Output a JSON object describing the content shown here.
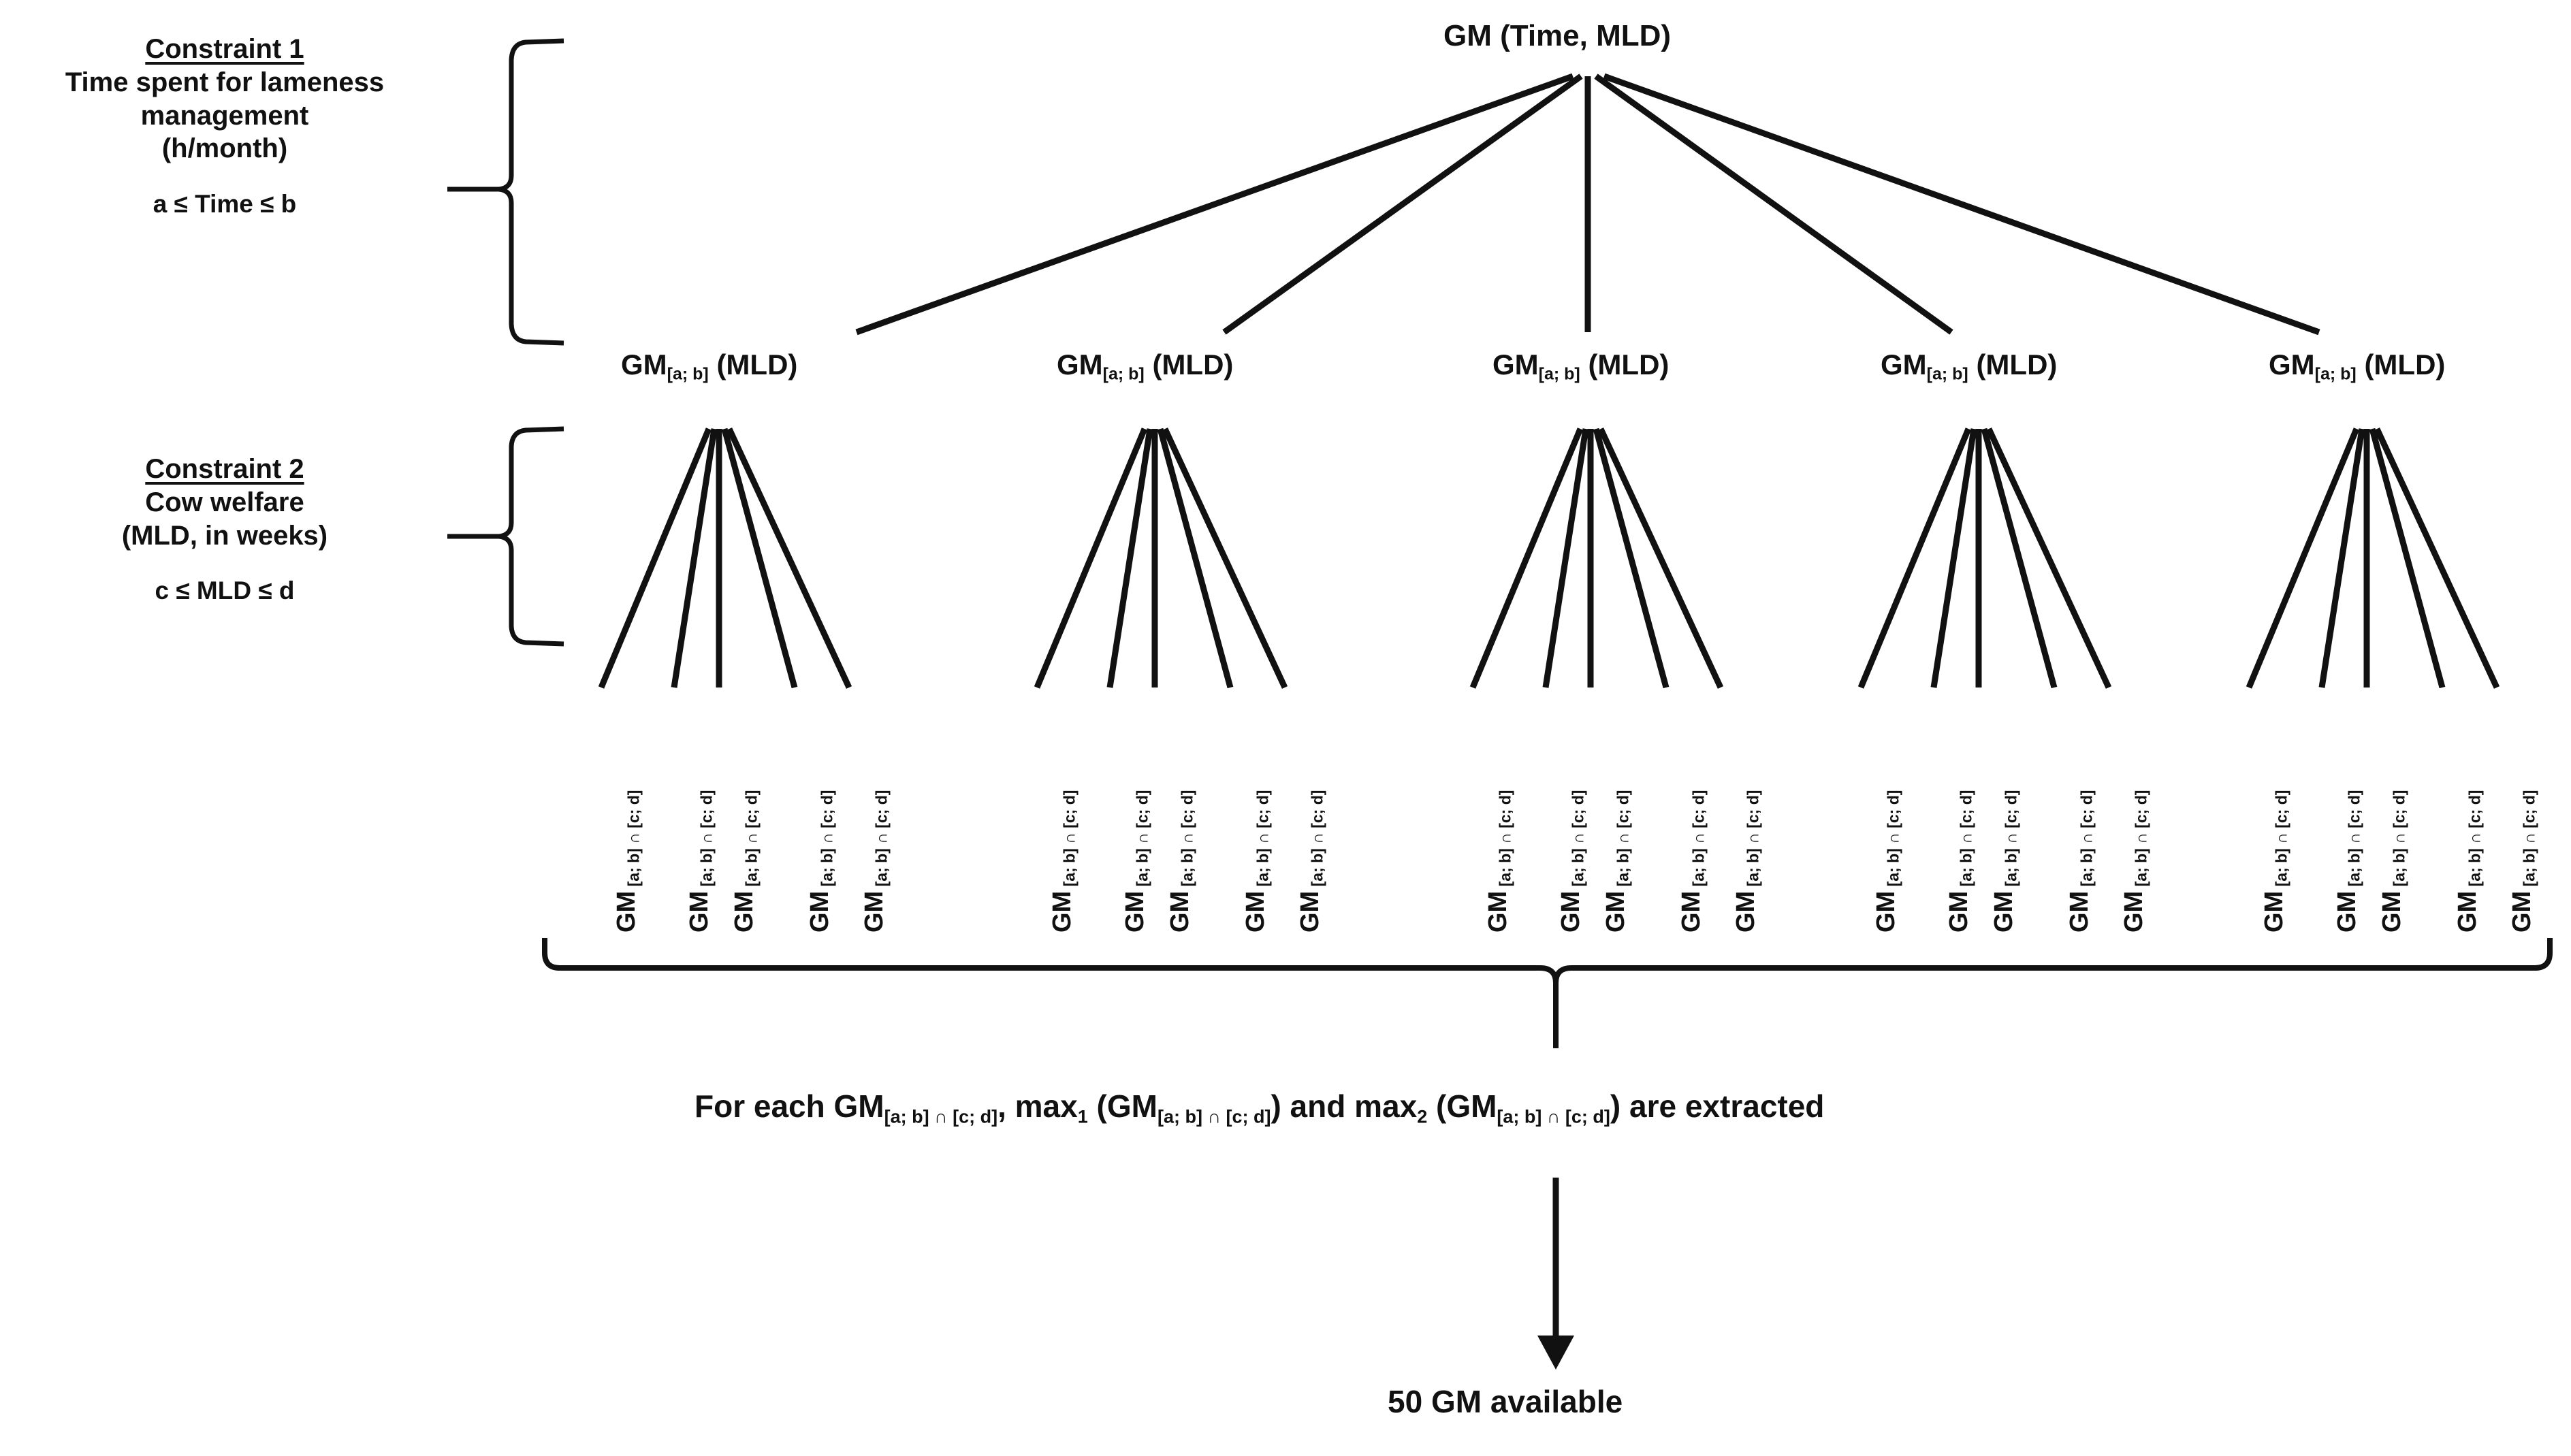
{
  "diagram": {
    "title_root": "GM (Time, MLD)",
    "constraints": [
      {
        "id": "constraint-1",
        "title": "Constraint 1",
        "line1": "Time spent for lameness",
        "line2": "management",
        "line3": "(h/month)",
        "range": "a ≤ Time ≤ b"
      },
      {
        "id": "constraint-2",
        "title": "Constraint 2",
        "line1": "Cow welfare",
        "line2": "(MLD, in weeks)",
        "line3": "",
        "range": "c ≤ MLD ≤ d"
      }
    ],
    "mid_nodes": [
      {
        "prefix": "GM",
        "subscript": "[a; b]",
        "suffix": "(MLD)"
      },
      {
        "prefix": "GM",
        "subscript": "[a; b]",
        "suffix": "(MLD)"
      },
      {
        "prefix": "GM",
        "subscript": "[a; b]",
        "suffix": "(MLD)"
      },
      {
        "prefix": "GM",
        "subscript": "[a; b]",
        "suffix": "(MLD)"
      },
      {
        "prefix": "GM",
        "subscript": "[a; b]",
        "suffix": "(MLD)"
      }
    ],
    "leaf_label": {
      "prefix": "GM",
      "subscript": "[a; b] ∩ [c; d]"
    },
    "leaf_count_per_group": 5,
    "group_count": 5,
    "leaf_total": 25,
    "bottom_statement": {
      "part1": "For each GM",
      "sub1": "[a; b] ∩ [c; d]",
      "part2": ", max",
      "num1": "1",
      "part3": " (GM",
      "sub2": "[a; b] ∩ [c; d]",
      "part4": ") and max",
      "num2": "2",
      "part5": " (GM",
      "sub3": "[a; b] ∩ [c; d]",
      "part6": ") are extracted",
      "plain": "For each GM [a; b] ∩ [c; d], max1 (GM [a; b] ∩ [c; d]) and max2 (GM [a; b] ∩ [c; d]) are extracted"
    },
    "result_text": "50 GM available",
    "colors": {
      "ink": "#111111",
      "background": "#ffffff"
    }
  }
}
